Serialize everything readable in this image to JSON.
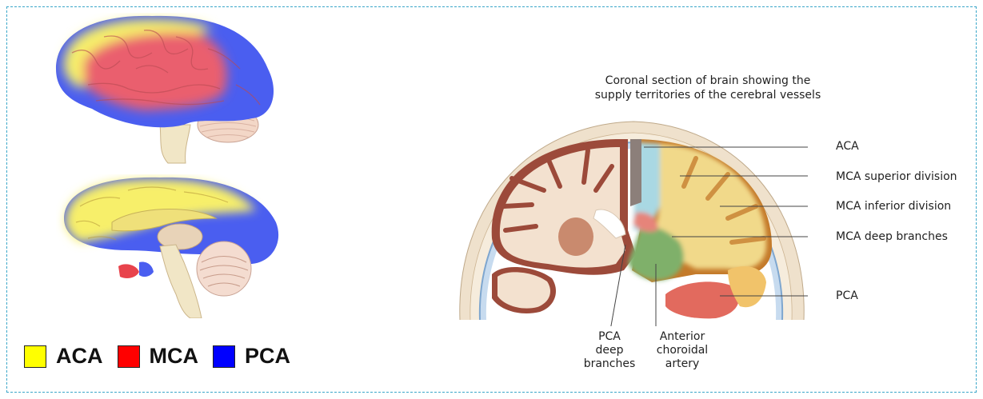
{
  "title": {
    "line1": "Coronal section of brain showing the",
    "line2": "supply territories of the cerebral vessels"
  },
  "legend": [
    {
      "label": "ACA",
      "color": "#ffff00"
    },
    {
      "label": "MCA",
      "color": "#ff0000"
    },
    {
      "label": "PCA",
      "color": "#0000ff"
    }
  ],
  "callouts": {
    "aca": "ACA",
    "mca_superior": "MCA superior division",
    "mca_inferior": "MCA inferior division",
    "mca_deep": "MCA deep branches",
    "pca": "PCA",
    "pca_deep": [
      "PCA",
      "deep",
      "branches"
    ],
    "anterior_choroidal": [
      "Anterior",
      "choroidal",
      "artery"
    ]
  },
  "colors": {
    "frame": "#3aa6c9",
    "aca_territory": "#f2e06b",
    "mca_territory": "#e8616b",
    "pca_territory": "#4a5ef0"
  }
}
